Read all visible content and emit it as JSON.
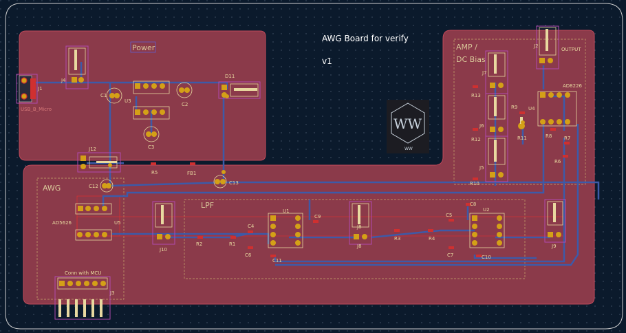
{
  "board": {
    "title": "AWG Board for verify",
    "version": "v1"
  },
  "logo": {
    "text": "WW",
    "subtext": "WW"
  },
  "colors": {
    "background": "#0b1a2c",
    "copper_zone": "#8b3a4a",
    "zone_outline": "#c0495a",
    "trace": "#3d5aa8",
    "pad": "#d4a017",
    "silkscreen": "#e8d9a0",
    "courtyard": "#b04ab0",
    "edge_cuts": "#d0d0d0"
  },
  "sections": {
    "power": "Power",
    "awg": "AWG",
    "lpf": "LPF",
    "amp_line1": "AMP /",
    "amp_line2": "DC Bias"
  },
  "labels": {
    "usb": "USB_B_Micro",
    "j1": "J1",
    "j4": "J4",
    "c1": "C1",
    "u3": "U3",
    "c2": "C2",
    "c3": "C3",
    "d11": "D11",
    "j12": "J12",
    "r5": "R5",
    "fb1": "FB1",
    "c12": "C12",
    "c13": "C13",
    "ad5626": "AD5626",
    "u5": "U5",
    "conn": "Conn with MCU",
    "j3": "J3",
    "j10": "J10",
    "r2": "R2",
    "r1": "R1",
    "c4": "C4",
    "c6": "C6",
    "u1": "U1",
    "c9": "C9",
    "c11": "C11",
    "j8": "J8",
    "r3": "R3",
    "r4": "R4",
    "c5": "C5",
    "c7": "C7",
    "c8": "C8",
    "u2": "U2",
    "c10": "C10",
    "j9": "J9",
    "j2": "J2",
    "output": "OUTPUT",
    "j7": "J7",
    "r13": "R13",
    "ad8226": "AD8226",
    "r9": "R9",
    "u4": "U4",
    "j6": "J6",
    "r12": "R12",
    "r11": "R11",
    "r8": "R8",
    "r7": "R7",
    "r6": "R6",
    "j5": "J5",
    "r10": "R10"
  }
}
